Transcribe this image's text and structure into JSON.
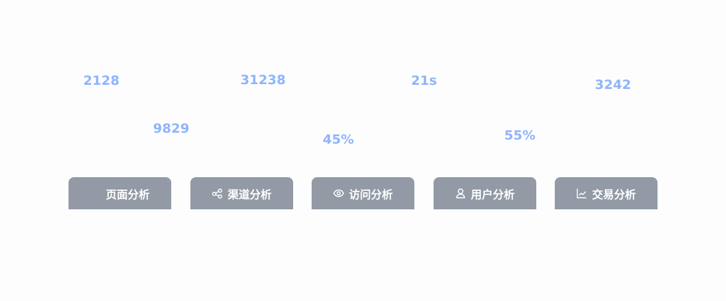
{
  "metrics": [
    {
      "value": "2128"
    },
    {
      "value": "9829"
    },
    {
      "value": "31238"
    },
    {
      "value": "45%"
    },
    {
      "value": "21s"
    },
    {
      "value": "55%"
    },
    {
      "value": "3242"
    }
  ],
  "tabs": [
    {
      "label": "页面分析",
      "icon": "none"
    },
    {
      "label": "渠道分析",
      "icon": "share-nodes-icon"
    },
    {
      "label": "访问分析",
      "icon": "eye-icon"
    },
    {
      "label": "用户分析",
      "icon": "user-icon"
    },
    {
      "label": "交易分析",
      "icon": "line-chart-icon"
    }
  ],
  "colors": {
    "metric": "#8fb4fb",
    "tab": "#939aa6"
  }
}
